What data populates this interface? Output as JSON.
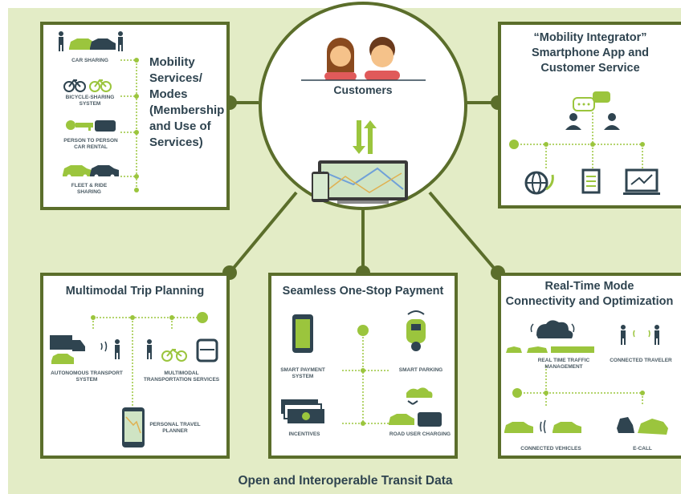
{
  "center": {
    "label": "Customers"
  },
  "mobility_box": {
    "heading_lines": [
      "Mobility",
      "Services/",
      "Modes",
      "(Membership",
      "and Use of",
      "Services)"
    ],
    "items": [
      "CAR SHARING",
      "BICYCLE-SHARING SYSTEM",
      "PERSON TO PERSON CAR RENTAL",
      "FLEET & RIDE SHARING"
    ]
  },
  "integrator_box": {
    "heading_lines": [
      "“Mobility Integrator”",
      "Smartphone App and",
      "Customer Service"
    ]
  },
  "trip_box": {
    "heading": "Multimodal Trip Planning",
    "items": [
      "AUTONOMOUS TRANSPORT SYSTEM",
      "MULTIMODAL TRANSPORTATION SERVICES",
      "PERSONAL TRAVEL PLANNER"
    ]
  },
  "payment_box": {
    "heading": "Seamless One-Stop Payment",
    "items": [
      "SMART PAYMENT SYSTEM",
      "SMART PARKING",
      "INCENTIVES",
      "ROAD USER CHARGING"
    ]
  },
  "realtime_box": {
    "heading_lines": [
      "Real-Time Mode",
      "Connectivity and Optimization"
    ],
    "items": [
      "REAL TIME TRAFFIC MANAGEMENT",
      "CONNECTED TRAVELER",
      "CONNECTED VEHICLES",
      "E-CALL"
    ]
  },
  "footer": "Open and Interoperable Transit Data",
  "colors": {
    "background": "#e3ecc6",
    "frame": "#5b6e2b",
    "node": "#5b7a1e",
    "accent": "#9bc53d",
    "text": "#2f4450"
  }
}
